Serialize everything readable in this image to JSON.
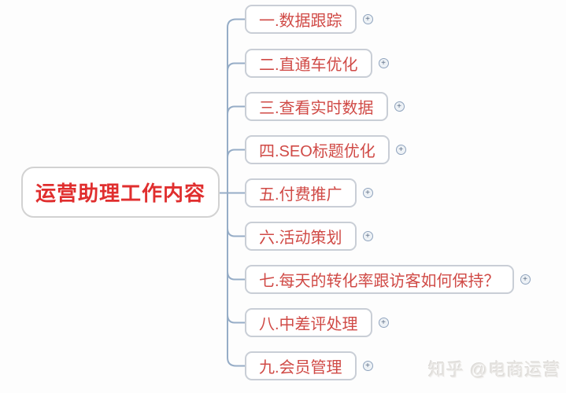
{
  "root": {
    "label": "运营助理工作内容"
  },
  "branches": [
    {
      "label": "一.数据跟踪"
    },
    {
      "label": "二.直通车优化"
    },
    {
      "label": "三.查看实时数据"
    },
    {
      "label": "四.SEO标题优化"
    },
    {
      "label": "五.付费推广"
    },
    {
      "label": "六.活动策划"
    },
    {
      "label": "七.每天的转化率跟访客如何保持？"
    },
    {
      "label": "八.中差评处理"
    },
    {
      "label": "九.会员管理"
    }
  ],
  "icons": {
    "expand_glyph": "+"
  },
  "watermark": {
    "text": "知乎 @电商运营"
  },
  "colors": {
    "root_text": "#e02e2e",
    "branch_text": "#d04a46",
    "connector_line": "#96adc7",
    "node_border": "#c9ced6",
    "root_border": "#d2d2d2",
    "background": "#fdfdfd",
    "watermark_text": "#e7e5e2"
  }
}
